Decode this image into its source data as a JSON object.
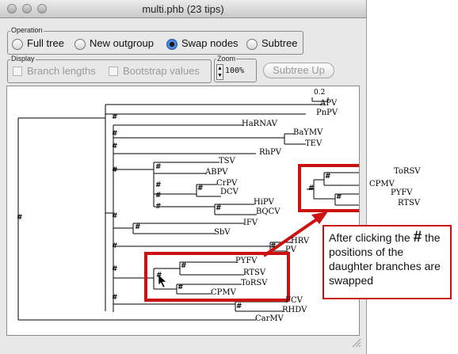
{
  "window": {
    "title": "multi.phb (23 tips)"
  },
  "operation": {
    "legend": "Operation",
    "options": [
      {
        "label": "Full tree",
        "selected": false
      },
      {
        "label": "New outgroup",
        "selected": false
      },
      {
        "label": "Swap nodes",
        "selected": true
      },
      {
        "label": "Subtree",
        "selected": false
      }
    ]
  },
  "display": {
    "legend": "Display",
    "branch_lengths": {
      "label": "Branch lengths",
      "checked": false,
      "enabled": false
    },
    "bootstrap_values": {
      "label": "Bootstrap values",
      "checked": false,
      "enabled": false
    }
  },
  "zoom": {
    "legend": "Zoom",
    "value": "100%"
  },
  "subtree_up": {
    "label": "Subtree Up",
    "enabled": false
  },
  "tree": {
    "scale_label": "0.2",
    "node_marker": "#",
    "tips": [
      "APV",
      "PnPV",
      "HaRNAV",
      "BaYMV",
      "TEV",
      "RhPV",
      "TSV",
      "ABPV",
      "CrPV",
      "DCV",
      "HiPV",
      "BQCV",
      "IFV",
      "SbV",
      "HRV",
      "PV",
      "PYFV",
      "RTSV",
      "ToRSV",
      "CPMV",
      "FCV",
      "RHDV",
      "CarMV"
    ],
    "swapped_before": [
      "ToRSV",
      "CPMV",
      "PYFV",
      "RTSV"
    ],
    "swapped_after": [
      "PYFV",
      "RTSV",
      "ToRSV",
      "CPMV"
    ]
  },
  "annotation": {
    "prefix": "After clicking the",
    "symbol": "#",
    "suffix": "the positions of the daughter branches are swapped",
    "color": "#cc1111"
  }
}
